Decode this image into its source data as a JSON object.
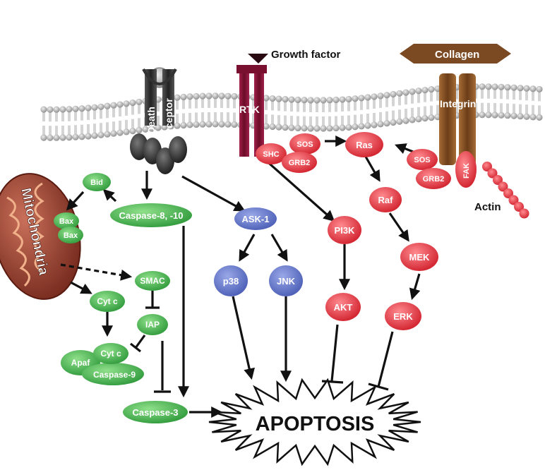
{
  "labels": {
    "growth_factor": "Growth factor",
    "collagen": "Collagen",
    "integrin": "Integrin",
    "rtk": "RTK",
    "death": "Death",
    "receptor": "Receptor",
    "mitochondria": "Mitochondria",
    "actin": "Actin",
    "apoptosis": "APOPTOSIS"
  },
  "nodes": {
    "bid": "Bid",
    "bax1": "Bax",
    "bax2": "Bax",
    "caspase8": "Caspase-8, -10",
    "smac": "SMAC",
    "iap": "IAP",
    "cytc": "Cyt c",
    "apaf": "Apaf",
    "cytc2": "Cyt c",
    "caspase9": "Caspase-9",
    "caspase3": "Caspase-3",
    "ask1": "ASK-1",
    "p38": "p38",
    "jnk": "JNK",
    "shc": "SHC",
    "sos1": "SOS",
    "grb2a": "GRB2",
    "ras": "Ras",
    "raf": "Raf",
    "pi3k": "PI3K",
    "akt": "AKT",
    "mek": "MEK",
    "erk": "ERK",
    "sos2": "SOS",
    "grb2b": "GRB2",
    "fak": "FAK"
  },
  "colors": {
    "green": "#3fae49",
    "blue": "#5b6fc2",
    "red": "#e0303a",
    "rtk": "#7a1030",
    "integrin": "#7b4a23",
    "membrane": "#bdbdbd",
    "mito": "#9b3a2c"
  }
}
